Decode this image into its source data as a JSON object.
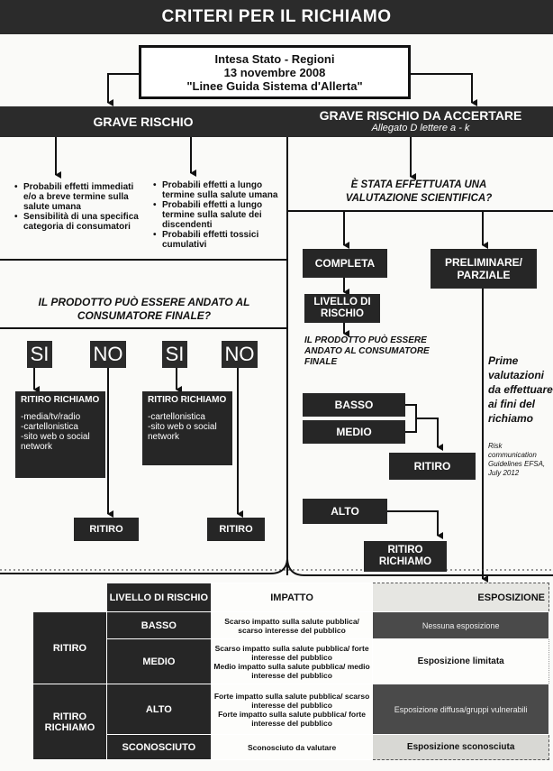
{
  "title": "CRITERI PER IL RICHIAMO",
  "intesa": {
    "line1": "Intesa Stato - Regioni",
    "line2": "13 novembre 2008",
    "line3": "\"Linee Guida Sistema d'Allerta\""
  },
  "left_header": "GRAVE RISCHIO",
  "right_header": {
    "title": "GRAVE RISCHIO DA ACCERTARE",
    "subtitle": "Allegato D lettere a - k"
  },
  "left_bullets_a": [
    "Probabili effetti immediati e/o a breve termine sulla salute umana",
    "Sensibilità di una specifica categoria di consumatori"
  ],
  "left_bullets_b": [
    "Probabili effetti a lungo termine sulla salute umana",
    "Probabili effetti a lungo termine sulla salute dei discendenti",
    "Probabili effetti tossici cumulativi"
  ],
  "left_question": "IL PRODOTTO PUÒ ESSERE ANDATO AL CONSUMATORE FINALE?",
  "si": "SI",
  "no": "NO",
  "ritiro_richiamo_title": "RITIRO RICHIAMO",
  "ritiro_box1_items": [
    "-media/tv/radio",
    "-cartellonistica",
    "-sito web o social network"
  ],
  "ritiro_box2_items": [
    "-cartellonistica",
    "-sito web o social network"
  ],
  "ritiro": "RITIRO",
  "right_question": "È STATA EFFETTUATA UNA VALUTAZIONE SCIENTIFICA?",
  "completa": "COMPLETA",
  "preliminare": "PRELIMINARE/ PARZIALE",
  "livello_rischio": "LIVELLO DI RISCHIO",
  "right_question2": "IL PRODOTTO PUÒ ESSERE ANDATO AL CONSUMATORE FINALE",
  "basso": "BASSO",
  "medio": "MEDIO",
  "alto": "ALTO",
  "ritiro_richiamo": "RITIRO RICHIAMO",
  "prime_valutazioni": "Prime valutazioni da effettuare ai fini del richiamo",
  "risk_note": "Risk communication Guidelines EFSA, July 2012",
  "table": {
    "h_livello": "LIVELLO DI RISCHIO",
    "h_impatto": "IMPATTO",
    "h_esposizione": "ESPOSIZIONE",
    "ritiro": "RITIRO",
    "ritiro_richiamo": "RITIRO RICHIAMO",
    "basso": "BASSO",
    "medio": "MEDIO",
    "alto": "ALTO",
    "sconosciuto": "SCONOSCIUTO",
    "imp_basso": "Scarso impatto sulla salute pubblica/ scarso interesse del pubblico",
    "imp_medio_1": "Scarso impatto sulla salute pubblica/ forte interesse del pubblico",
    "imp_medio_2": "Medio impatto sulla salute pubblica/ medio interesse del pubblico",
    "imp_alto_1": "Forte impatto sulla salute pubblica/ scarso interesse del pubblico",
    "imp_alto_2": "Forte impatto sulla salute pubblica/ forte interesse del pubblico",
    "imp_sconosciuto": "Sconosciuto da valutare",
    "esp_basso": "Nessuna esposizione",
    "esp_medio": "Esposizione limitata",
    "esp_alto": "Esposizione diffusa/gruppi vulnerabili",
    "esp_sconosciuto": "Esposizione sconosciuta"
  }
}
